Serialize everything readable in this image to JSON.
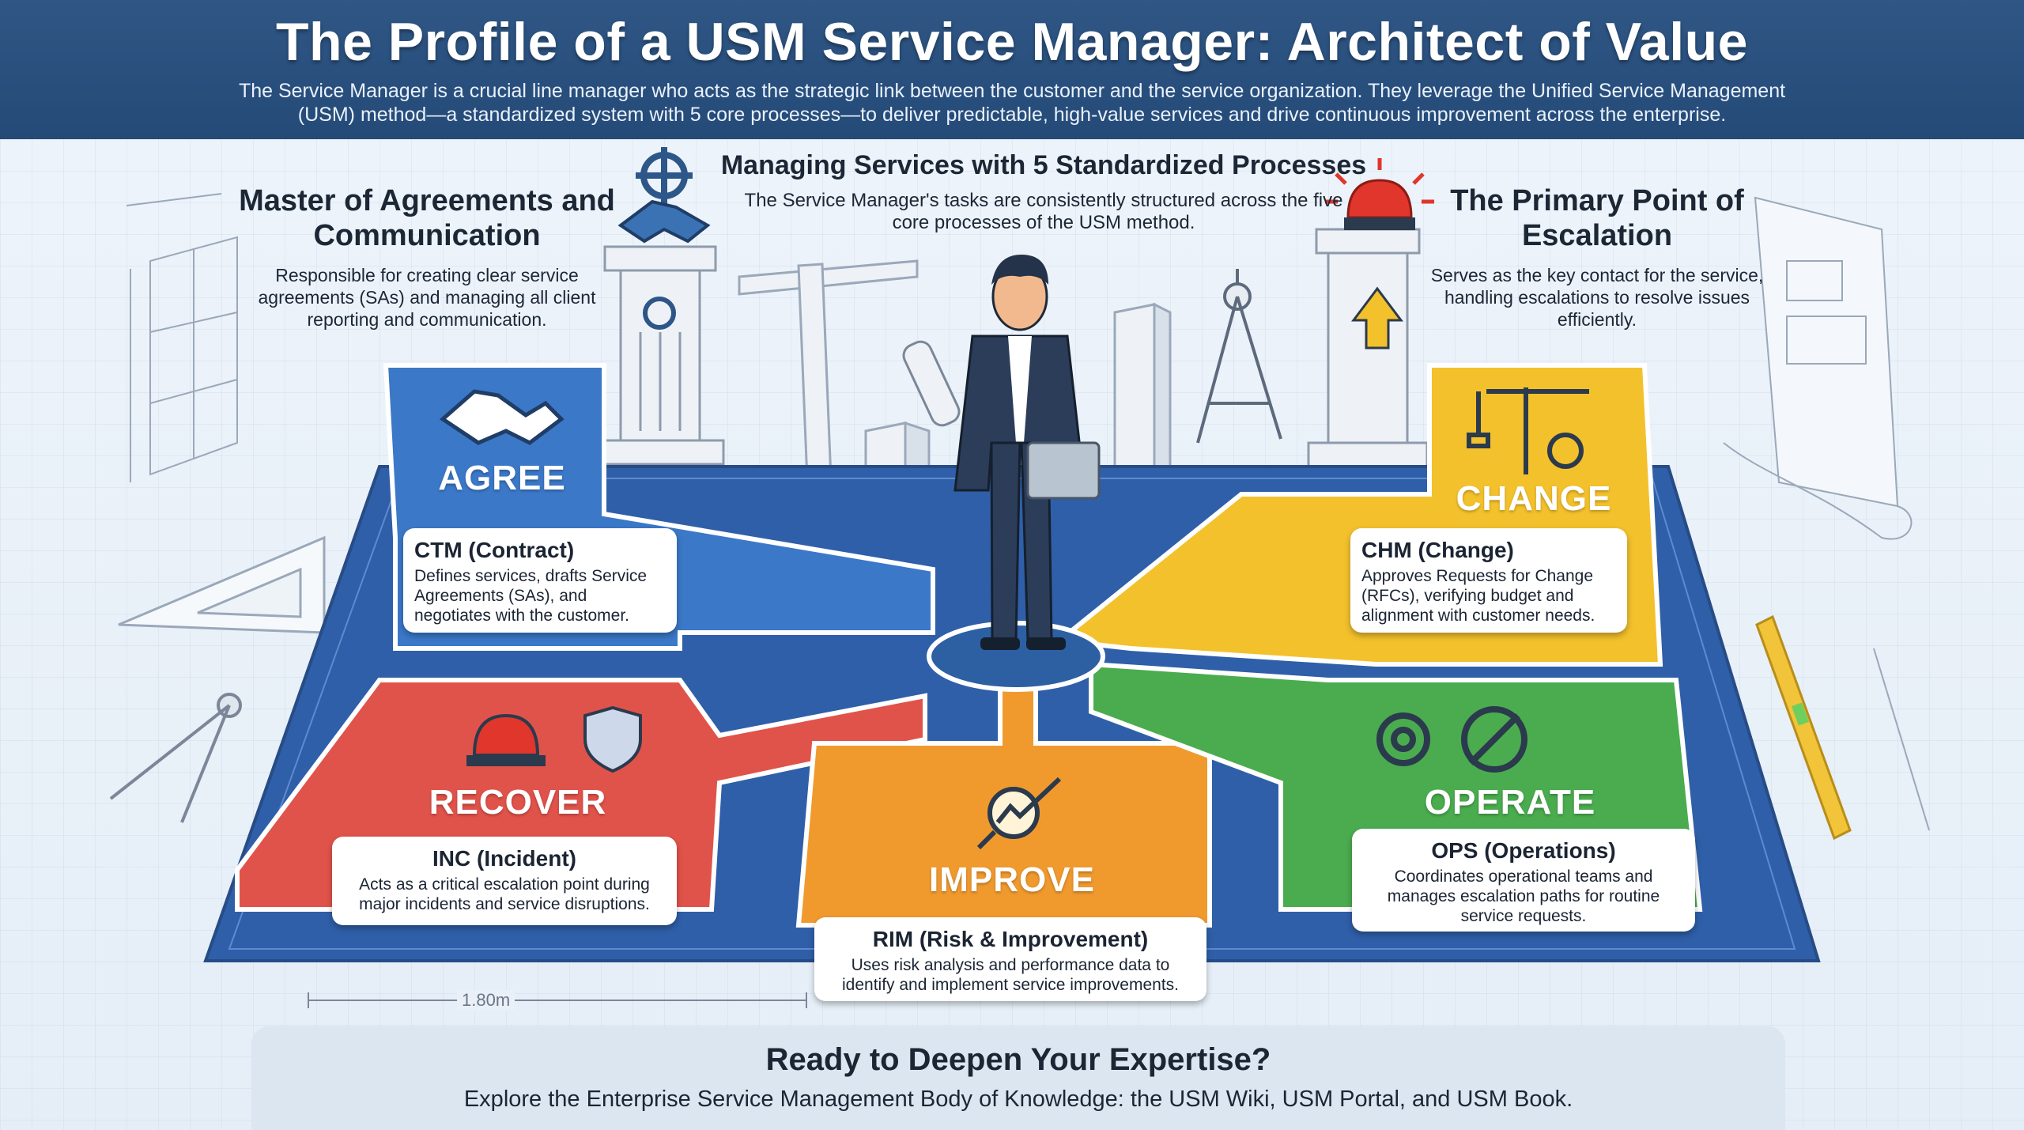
{
  "header": {
    "title": "The Profile of a USM Service Manager: Architect of Value",
    "subtitle": "The Service Manager is a crucial line manager who acts as the strategic link between the customer and the service organization. They leverage the Unified Service Management (USM) method—a standardized system with 5 core processes—to deliver predictable, high-value services and drive continuous improvement across the enterprise."
  },
  "sections": {
    "agreements": {
      "title": "Master of Agreements and Communication",
      "description": "Responsible for creating clear service agreements (SAs) and managing all client reporting and communication."
    },
    "processes": {
      "title": "Managing Services with 5 Standardized Processes",
      "description": "The Service Manager's tasks are consistently structured across the five core processes of the USM method."
    },
    "escalation": {
      "title": "The Primary Point of Escalation",
      "description": "Serves as the key contact for the service, handling escalations to resolve issues efficiently."
    }
  },
  "processes": {
    "agree": {
      "label": "AGREE",
      "color": "#3b78c8",
      "card_title": "CTM (Contract)",
      "card_body": "Defines services, drafts Service Agreements (SAs), and negotiates with the customer."
    },
    "change": {
      "label": "CHANGE",
      "color": "#f3c12c",
      "card_title": "CHM (Change)",
      "card_body": "Approves Requests for Change (RFCs), verifying budget and alignment with customer needs."
    },
    "recover": {
      "label": "RECOVER",
      "color": "#e0534a",
      "card_title": "INC (Incident)",
      "card_body": "Acts as a critical escalation point during major incidents and service disruptions."
    },
    "improve": {
      "label": "IMPROVE",
      "color": "#f09a2e",
      "card_title": "RIM (Risk & Improvement)",
      "card_body": "Uses risk analysis and performance data to identify and implement service improvements."
    },
    "operate": {
      "label": "OPERATE",
      "color": "#4aac4f",
      "card_title": "OPS (Operations)",
      "card_body": "Coordinates operational teams and manages escalation paths for routine service requests."
    }
  },
  "measurement": {
    "label": "1.80m"
  },
  "footer": {
    "title": "Ready to Deepen Your Expertise?",
    "description": "Explore the Enterprise Service Management Body of Knowledge: the USM Wiki, USM Portal, and USM Book."
  },
  "icons": [
    "handshake-icon",
    "crane-icon",
    "alarm-siren-icon",
    "shield-icon",
    "magnifier-chart-icon",
    "gear-icon",
    "gear-wrench-icon",
    "up-arrow-icon"
  ]
}
